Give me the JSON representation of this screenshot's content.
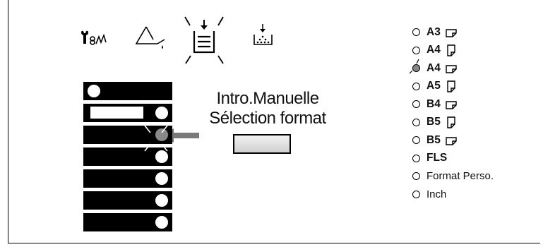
{
  "callout": {
    "line1": "Intro.Manuelle",
    "line2": "Sélection format"
  },
  "icons": {
    "maintenance": "wrench-icon",
    "warning": "warning-triangle-icon",
    "paper_tray": "paper-tray-icon",
    "toner": "toner-icon"
  },
  "trays": [
    {
      "led": "off"
    },
    {
      "led": "off",
      "has_paper": true
    },
    {
      "led": "blinking"
    },
    {
      "led": "off"
    },
    {
      "led": "off"
    },
    {
      "led": "off"
    },
    {
      "led": "off"
    }
  ],
  "paper_sizes": [
    {
      "label": "A3",
      "orientation": "landscape",
      "state": "off"
    },
    {
      "label": "A4",
      "orientation": "portrait",
      "state": "off"
    },
    {
      "label": "A4",
      "orientation": "landscape",
      "state": "blinking"
    },
    {
      "label": "A5",
      "orientation": "portrait",
      "state": "off"
    },
    {
      "label": "B4",
      "orientation": "landscape",
      "state": "off"
    },
    {
      "label": "B5",
      "orientation": "portrait",
      "state": "off"
    },
    {
      "label": "B5",
      "orientation": "landscape",
      "state": "off"
    },
    {
      "label": "FLS",
      "orientation": "",
      "state": "off"
    },
    {
      "label": "Format Perso.",
      "orientation": "",
      "state": "off"
    },
    {
      "label": "Inch",
      "orientation": "",
      "state": "off"
    }
  ],
  "colors": {
    "blinking_led": "#888888",
    "arrow": "#7a7a7a"
  }
}
